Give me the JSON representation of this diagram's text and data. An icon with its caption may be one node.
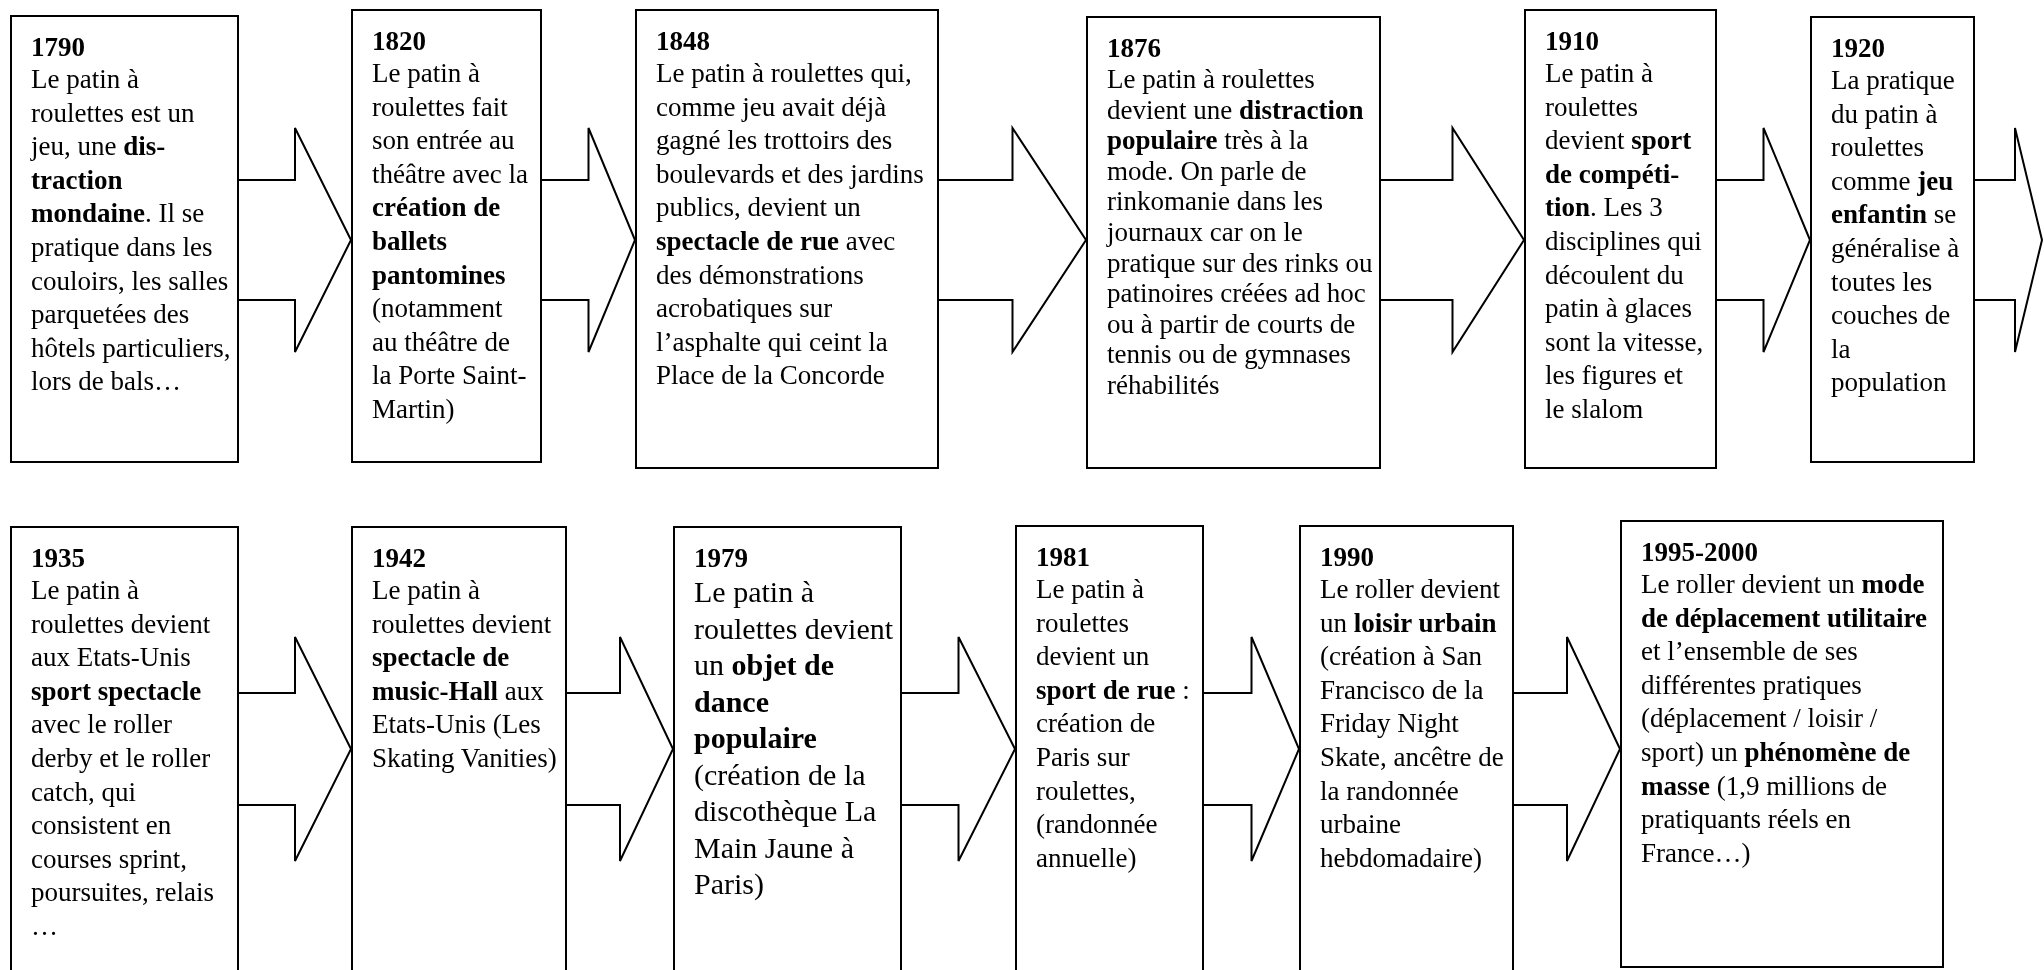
{
  "diagram": {
    "nodes": [
      {
        "text": [
          "1790",
          "Le patin à roulettes est un jeu, une **dis-traction mondaine**. Il se pratique dans les couloirs, les salles parquetées des hôtels particuliers, lors de bals…"
        ]
      },
      {
        "text": [
          "1820",
          "Le patin à roulettes fait son entrée au théâtre avec la **création de ballets pantomines** (notamment au théâtre de la Porte Saint-Martin)"
        ]
      },
      {
        "text": [
          "1848",
          "Le patin à roulettes qui, comme jeu avait déjà gagné les trottoirs des boulevards et des jardins publics, devient un **spectacle de rue** avec des démonstrations acrobatiques sur l’asphalte qui ceint la Place de la Concorde"
        ]
      },
      {
        "text": [
          "1876",
          "Le patin à roulettes devient une **distraction populaire** très à la mode. On parle de rinkomanie dans les journaux car on le pratique sur des rinks ou patinoires créées ad hoc ou à partir de courts de tennis ou de gymnases réhabilités"
        ]
      },
      {
        "text": [
          "1910",
          "Le patin à roulettes devient **sport de compéti-tion**. Les 3 disciplines qui découlent du patin à glaces sont la vitesse, les figures et le slalom"
        ]
      },
      {
        "text": [
          "1920",
          "La pratique du patin à roulettes comme **jeu enfantin** se généralise à toutes les couches de la population"
        ]
      },
      {
        "text": [
          "1935",
          "Le patin à roulettes devient aux Etats-Unis **sport spectacle** avec le roller derby et le roller catch, qui consistent en courses sprint, poursuites, relais …"
        ]
      },
      {
        "text": [
          "1942",
          "Le patin à roulettes devient **spectacle de music-Hall** aux Etats-Unis (Les Skating Vanities)"
        ]
      },
      {
        "text": [
          "1979",
          "Le patin à roulettes devient un **objet de dance populaire** (création de la discothèque La Main Jaune à Paris)"
        ]
      },
      {
        "text": [
          "1981",
          "Le patin à roulettes devient un **sport de rue** : création de Paris sur roulettes, (randonnée annuelle)"
        ]
      },
      {
        "text": [
          "1990",
          "Le roller devient un **loisir urbain** (création à San Francisco de la Friday Night Skate, ancêtre de la randonnée urbaine hebdomadaire)"
        ]
      },
      {
        "text": [
          "1995-2000",
          "Le roller devient un **mode de déplacement utilitaire** et l’ensemble de ses différentes pratiques (déplacement / loisir / sport) un **phénomène de masse** (1,9 millions de pratiquants réels en France…)"
        ]
      }
    ],
    "edges": [
      {
        "from": 0,
        "to": 1,
        "arrow": "to"
      },
      {
        "from": 1,
        "to": 2,
        "arrow": "to"
      },
      {
        "from": 2,
        "to": 3,
        "arrow": "to"
      },
      {
        "from": 3,
        "to": 4,
        "arrow": "to"
      },
      {
        "from": 4,
        "to": 5,
        "arrow": "to"
      },
      {
        "from": 5,
        "to": null,
        "arrow": "to"
      },
      {
        "from": 6,
        "to": 7,
        "arrow": "to"
      },
      {
        "from": 7,
        "to": 8,
        "arrow": "to"
      },
      {
        "from": 8,
        "to": 9,
        "arrow": "to"
      },
      {
        "from": 9,
        "to": 10,
        "arrow": "to"
      },
      {
        "from": 10,
        "to": 11,
        "arrow": "to"
      }
    ]
  }
}
